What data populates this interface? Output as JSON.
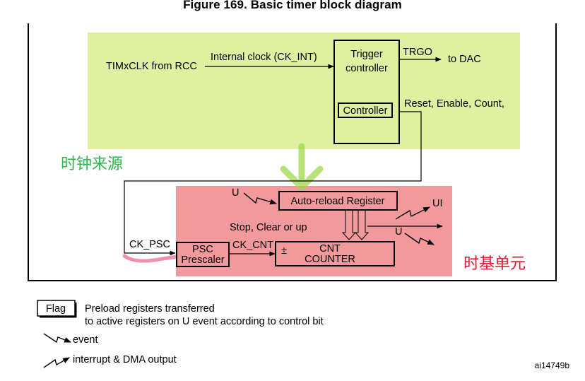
{
  "figure": {
    "title": "Figure 169. Basic timer block diagram",
    "ref": "ai14749b"
  },
  "clock_source": {
    "caption_cn": "时钟来源",
    "caption_color": "#2db84a",
    "input_label": "TIMxCLK from RCC",
    "internal_clock_label": "Internal clock (CK_INT)",
    "region_color": "#dff0a0"
  },
  "trigger_controller": {
    "label_line1": "Trigger",
    "label_line2": "controller",
    "controller_label": "Controller",
    "trgo_label": "TRGO",
    "to_dac_label": "to DAC",
    "signals_label": "Reset, Enable, Count,"
  },
  "time_base": {
    "caption_cn": "时基单元",
    "caption_color": "#e8102e",
    "region_color": "#f2999b",
    "auto_reload_label": "Auto-reload Register",
    "stop_clear_label": "Stop, Clear or up",
    "ck_psc_label": "CK_PSC",
    "ck_cnt_label": "CK_CNT",
    "psc_line1": "PSC",
    "psc_line2": "Prescaler",
    "cnt_line1": "CNT",
    "cnt_line2": "COUNTER",
    "pm_symbol": "±",
    "u_event_label": "U",
    "ui_label": "UI",
    "u_out_label": "U"
  },
  "legend": {
    "flag_label": "Flag",
    "preload_line1": "Preload registers transferred",
    "preload_line2": "to active registers on U event according to control bit",
    "event_label": "event",
    "interrupt_label": "interrupt & DMA output"
  }
}
